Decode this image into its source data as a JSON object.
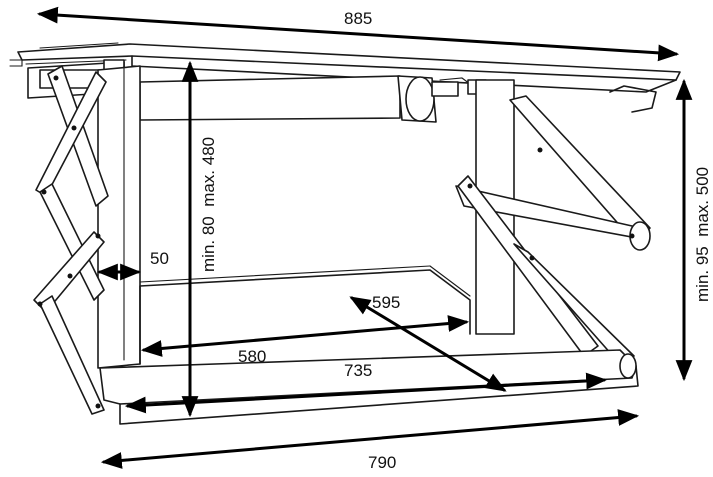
{
  "dimensions": {
    "top_width": "885",
    "bottom_width": "790",
    "height_inner": "min. 80  max. 480",
    "height_outer": "min. 95  max. 500",
    "side_offset": "50",
    "diagonal": "595",
    "inner_depth": "580",
    "inner_width": "735"
  }
}
